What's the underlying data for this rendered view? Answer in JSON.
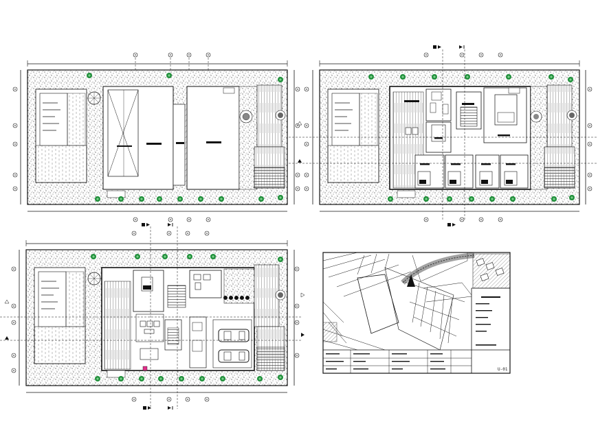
{
  "sheet": {
    "code": "U-01",
    "drawings": [
      {
        "name": "roof-plan"
      },
      {
        "name": "second-floor-plan"
      },
      {
        "name": "ground-floor-plan"
      },
      {
        "name": "location-plan"
      }
    ]
  },
  "colors": {
    "line": "#111111",
    "vegetation": "#1f8f3a",
    "gravel": "#444444",
    "accent": "#e0308a",
    "background": "#ffffff"
  },
  "icons": [
    "section-marker-icon",
    "grid-bubble-icon",
    "tree-icon",
    "car-icon",
    "bed-icon",
    "north-arrow-icon"
  ]
}
